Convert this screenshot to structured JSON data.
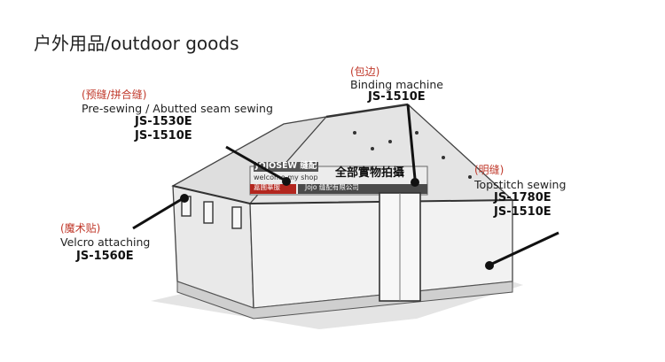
{
  "page": {
    "title": "户外用品/outdoor goods"
  },
  "tent_signage": {
    "brand": "JOJOSEW 缝配",
    "welcome": "welcome my shop",
    "big": "全部實物拍攝",
    "sub_left": "嘉圃華服",
    "sub_right": "Jojo 缝配有限公司"
  },
  "callouts": [
    {
      "id": "binding",
      "category": "(包边)",
      "description": "Binding machine",
      "models": [
        "JS-1510E"
      ]
    },
    {
      "id": "pre-sewing",
      "category": "(预缝/拼合缝)",
      "description": "Pre-sewing / Abutted seam sewing",
      "models": [
        "JS-1530E",
        "JS-1510E"
      ]
    },
    {
      "id": "topstitch",
      "category": "(明缝)",
      "description": "Topstitch sewing",
      "models": [
        "JS-1780E",
        "JS-1510E"
      ]
    },
    {
      "id": "velcro",
      "category": "(魔术贴)",
      "description": "Velcro attaching",
      "models": [
        "JS-1560E"
      ]
    }
  ],
  "colors": {
    "category": "#c0392b",
    "pointer": "#111111"
  }
}
